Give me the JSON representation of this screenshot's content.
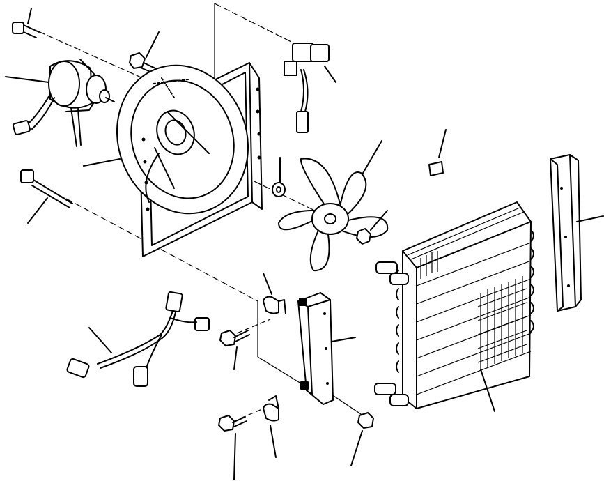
{
  "diagram": {
    "kind": "exploded-parts-view",
    "parts": [
      {
        "id": "bolt-top-left"
      },
      {
        "id": "fan-motor"
      },
      {
        "id": "bolt-upper"
      },
      {
        "id": "fan-shroud"
      },
      {
        "id": "relay-switch"
      },
      {
        "id": "long-bolt"
      },
      {
        "id": "washer"
      },
      {
        "id": "fan-blade"
      },
      {
        "id": "nut-fan"
      },
      {
        "id": "label-plate"
      },
      {
        "id": "side-bracket"
      },
      {
        "id": "condenser"
      },
      {
        "id": "clip-upper"
      },
      {
        "id": "mount-bracket"
      },
      {
        "id": "bolt-mid"
      },
      {
        "id": "wiring-harness"
      },
      {
        "id": "bolt-lower"
      },
      {
        "id": "clip-lower"
      },
      {
        "id": "nut-lower"
      }
    ]
  }
}
